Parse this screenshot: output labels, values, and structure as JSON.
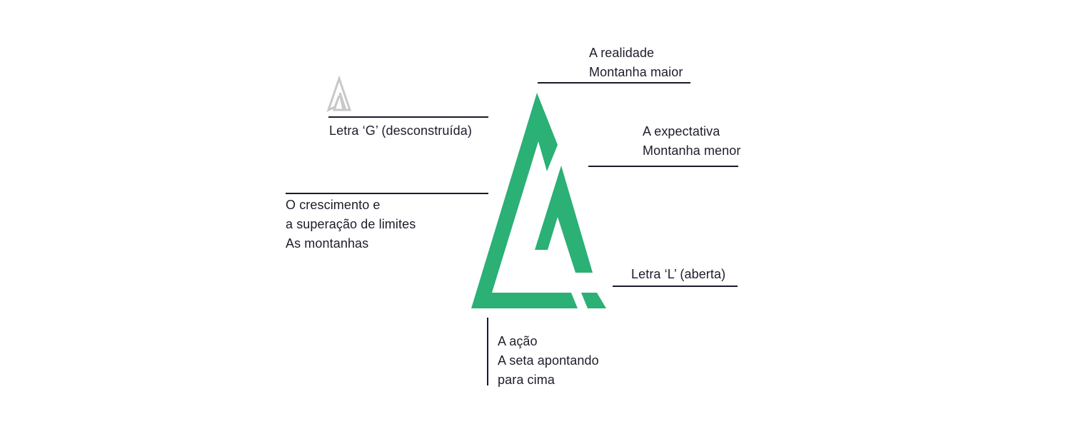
{
  "colors": {
    "brand_green": "#2bb075",
    "line_dark": "#1a1a2e",
    "ghost_gray": "#c8c8c8"
  },
  "annotations": {
    "realidade": {
      "line1": "A realidade",
      "line2": "Montanha maior"
    },
    "expectativa": {
      "line1": "A expectativa",
      "line2": "Montanha menor"
    },
    "letra_g": {
      "line1": "Letra ‘G’ (desconstruída)"
    },
    "crescimento": {
      "line1": "O crescimento e",
      "line2": "a superação de limites",
      "line3": "As montanhas"
    },
    "letra_l": {
      "line1": "Letra ‘L’ (aberta)"
    },
    "acao": {
      "line1": "A ação",
      "line2": "A seta apontando",
      "line3": "para cima"
    }
  },
  "icons": {
    "main_logo": "mountain-logo-icon",
    "small_logo": "letter-g-mountain-icon"
  }
}
